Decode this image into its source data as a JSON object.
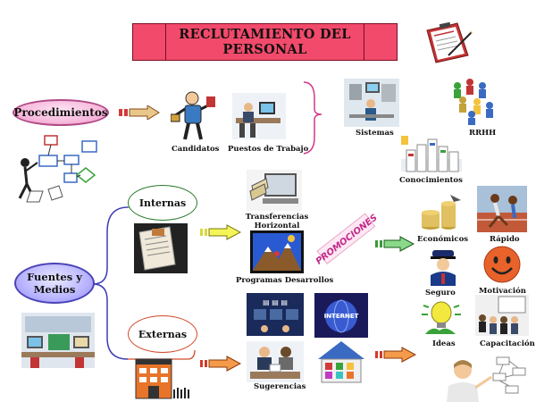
{
  "title": {
    "line1": "RECLUTAMIENTO DEL",
    "line2": "PERSONAL"
  },
  "nodes": {
    "procedimientos": "Procedimientos",
    "fuentes_medios": "Fuentes y Medios",
    "internas": "Internas",
    "externas": "Externas",
    "candidatos": "Candidatos",
    "puestos_trabajo": "Puestos de Trabajo",
    "sistemas": "Sistemas",
    "rrhh": "RRHH",
    "conocimientos": "Conocimientos",
    "transferencias": "Transferencias Horizontal",
    "programas": "Programas Desarrollos",
    "promociones": "PROMOCIONES",
    "economicos": "Económicos",
    "rapido": "Rápido",
    "seguro": "Seguro",
    "motivacion": "Motivación",
    "ideas": "Ideas",
    "capacitacion": "Capacitación",
    "sugerencias": "Sugerencias",
    "internet": "INTERNET"
  },
  "colors": {
    "title_fill": "#f24a6b",
    "accent_pink": "#d23a8a",
    "accent_blue": "#3b3bb5",
    "arrow_fill": "#f7c24a"
  }
}
